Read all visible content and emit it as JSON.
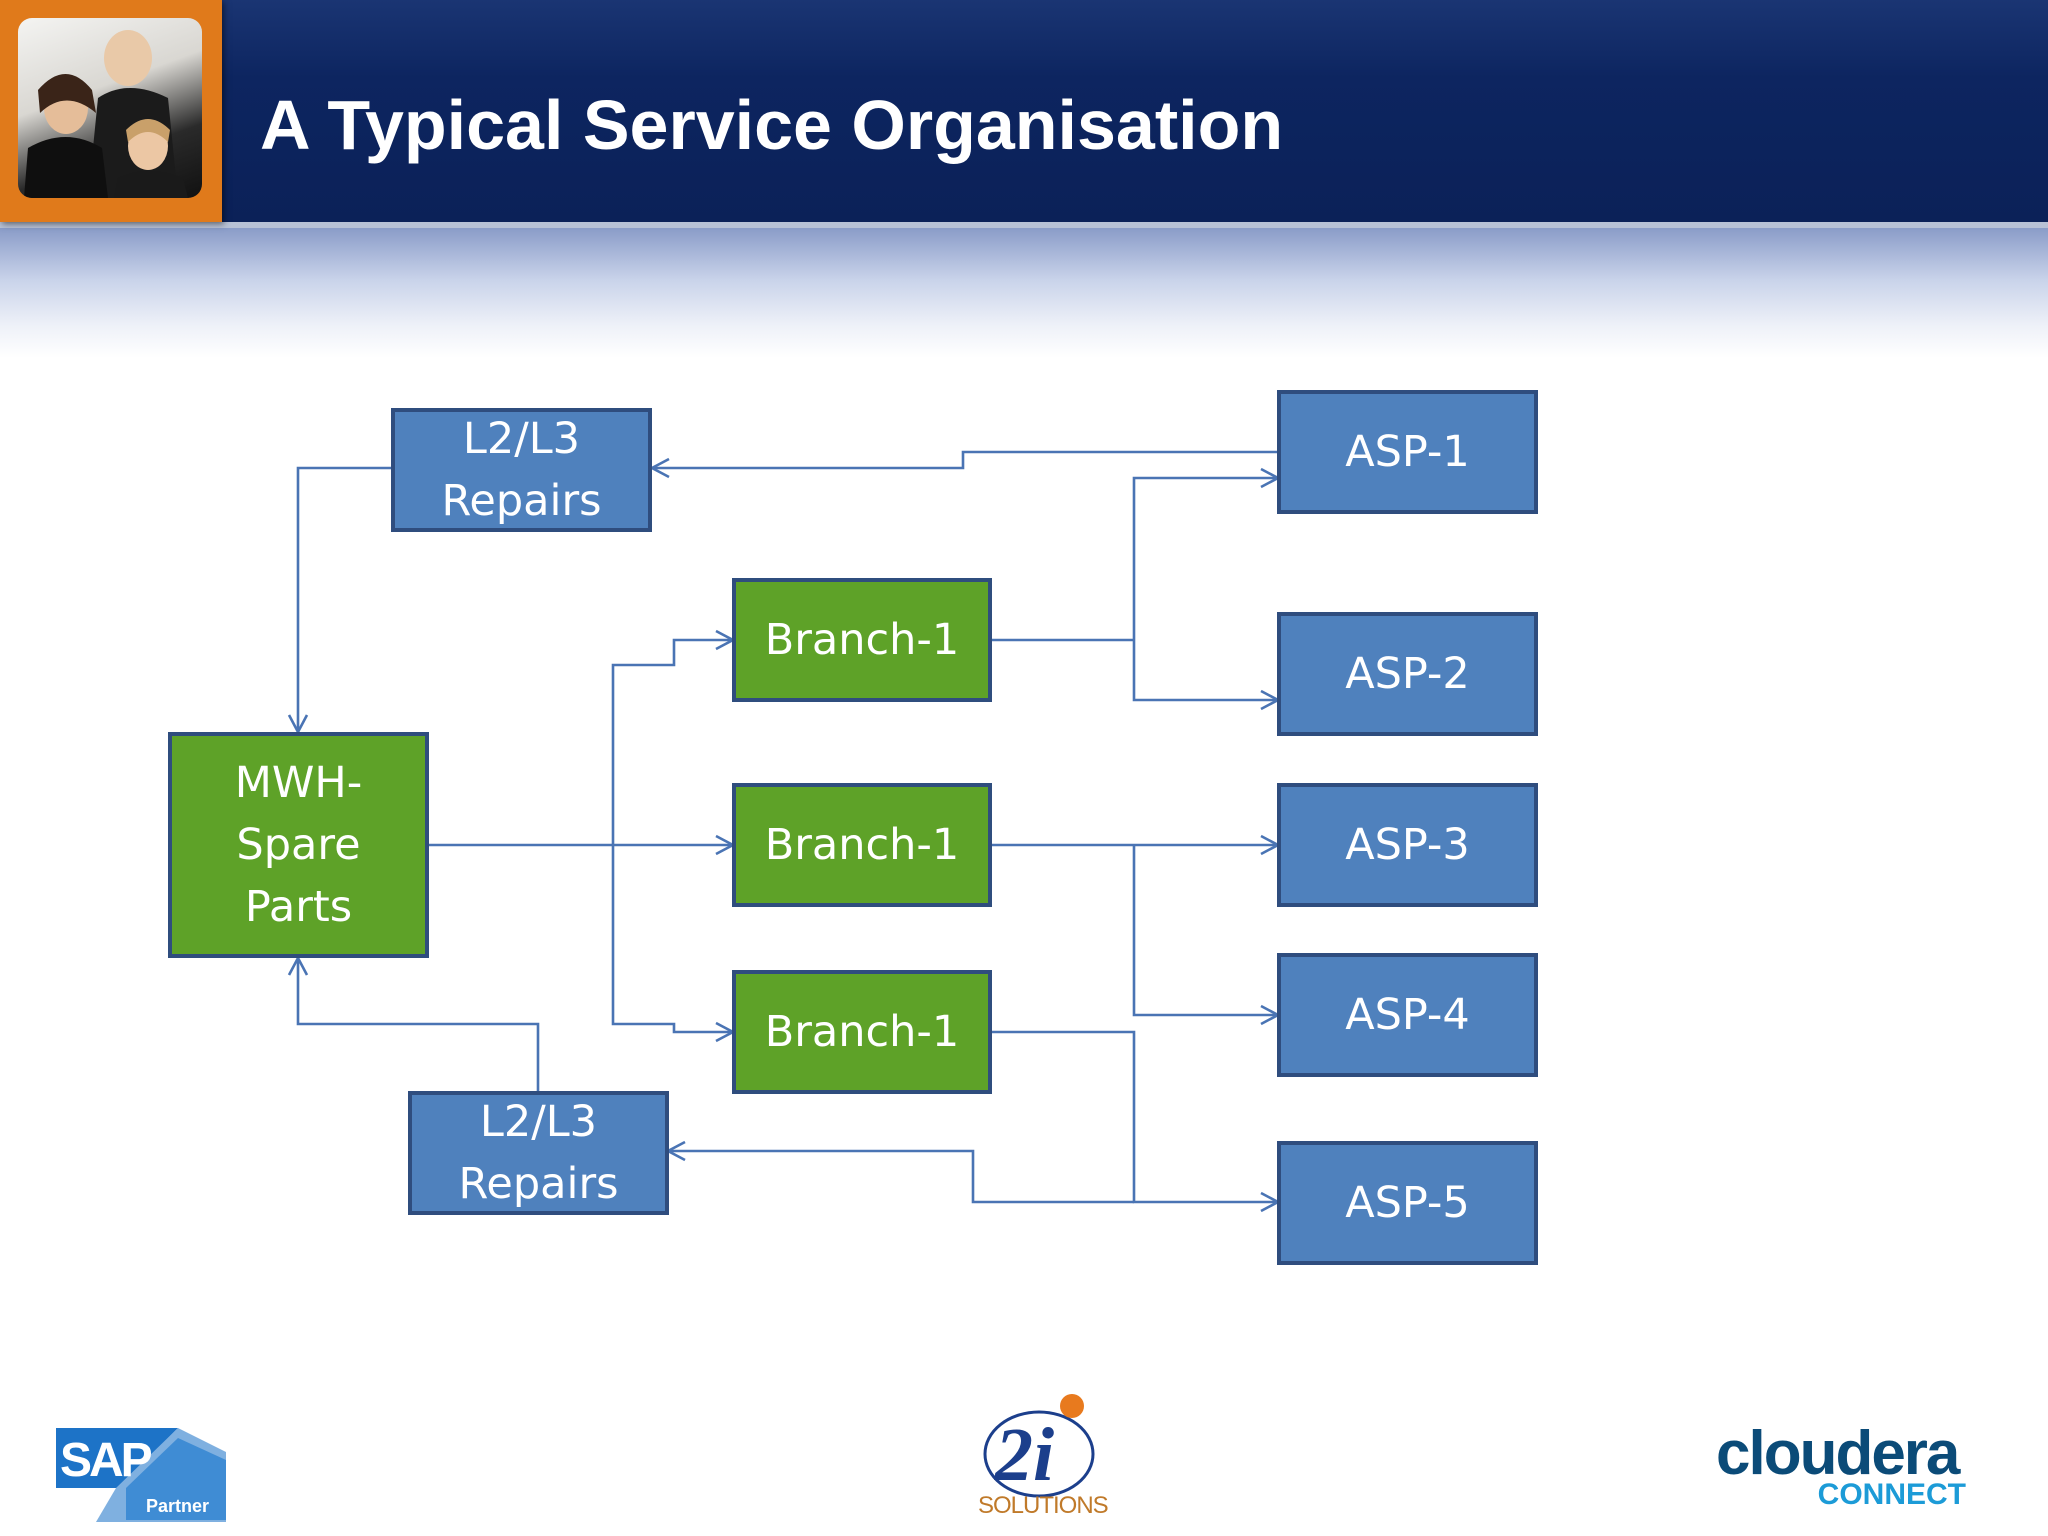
{
  "title": "A Typical Service Organisation",
  "nodes": {
    "repairs_top": "L2/L3\nRepairs",
    "repairs_bottom": "L2/L3\nRepairs",
    "mwh": "MWH-\nSpare\nParts",
    "branch_1": "Branch-1",
    "branch_2": "Branch-1",
    "branch_3": "Branch-1",
    "asp_1": "ASP-1",
    "asp_2": "ASP-2",
    "asp_3": "ASP-3",
    "asp_4": "ASP-4",
    "asp_5": "ASP-5"
  },
  "logos": {
    "sap": "SAP",
    "sap_sub": "Partner",
    "two_i": "2i",
    "two_i_sub": "SOLUTIONS",
    "cloudera": "cloudera",
    "cloudera_sub": "CONNECT"
  },
  "colors": {
    "title_bar": "#0b2158",
    "node_blue": "#4f81bd",
    "node_green": "#5ea228",
    "connector": "#4a74b4"
  }
}
